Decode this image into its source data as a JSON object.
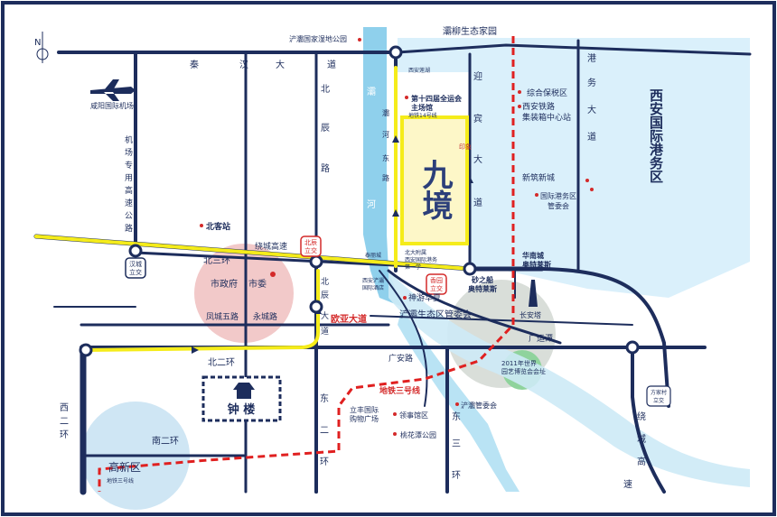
{
  "compass": {
    "north": "N"
  },
  "labels": {
    "park_chanba": "浐灞国家湿地公园",
    "bahe_eco": "灞柳生态家园",
    "qinhan_1": "秦",
    "qinhan_2": "汉",
    "qinhan_3": "大",
    "qinhan_4": "道",
    "beichen_1": "北",
    "beichen_2": "辰",
    "beichen_3": "路",
    "bahe_1": "灞",
    "bahe_2": "河",
    "bahe_east_1": "灞",
    "bahe_east_2": "河",
    "bahe_east_3": "东",
    "bahe_east_4": "路",
    "yingbin_1": "迎",
    "yingbin_2": "宾",
    "yingbin_3": "大",
    "yingbin_4": "道",
    "gangwu_1": "港",
    "gangwu_2": "务",
    "gangwu_3": "大",
    "gangwu_4": "道",
    "port_zone": "西安国际港务区",
    "airport": "咸阳国际机场",
    "airport_road": [
      "机",
      "场",
      "专",
      "用",
      "高",
      "速",
      "公",
      "路"
    ],
    "games_venue_1": "第十四届全运会",
    "games_venue_2": "主场馆",
    "xian_lianmeng": "西安莲湖",
    "metro14": "地铁14号线",
    "baoshui": "综合保税区",
    "rail_container_1": "西安铁路",
    "rail_container_2": "集装箱中心站",
    "xinzhu": "新筑新城",
    "gangwu_committee_1": "国际港务区",
    "gangwu_committee_2": "管委会",
    "huanan_1": "华南城",
    "huanan_2": "奥特莱斯",
    "bei_kezhan": "北客站",
    "raocheng": "绕城高速",
    "beichen_interchange_1": "北辰",
    "beichen_interchange_2": "立交",
    "hancheng_interchange_1": "汉城",
    "hancheng_interchange_2": "立交",
    "bei_sanhuan": "北三环",
    "city_gov": "市政府",
    "city_committee": "市委",
    "fengcheng5": "凤城五路",
    "yongcheng": "永城路",
    "xianghe_interchange_1": "香园",
    "xianghe_interchange_2": "立交",
    "mansion_1": "北大附属",
    "mansion_2": "西安国际港务",
    "mansion_3": "第一学",
    "shenyou": "神游华夏",
    "shazhichuan_1": "砂之船",
    "shazhichuan_2": "奥特莱斯",
    "beichen_dadao_1": "北",
    "beichen_dadao_2": "辰",
    "beichen_dadao_3": "大",
    "beichen_dadao_4": "道",
    "ouya": "欧亚大道",
    "chanba_committee": "浐灞生态区管委会",
    "changan_tower": "长安塔",
    "guangyun": "广运潭",
    "bei_erhuan": "北二环",
    "guangan": "广安路",
    "expo_1": "2011年世界",
    "expo_2": "园艺博览会会址",
    "metro3": "地铁三号线",
    "zhonglou": "钟 楼",
    "lifeng_1": "立丰国际",
    "lifeng_2": "购物广场",
    "lingshi": "领事馆区",
    "chanba_guan": "浐灞管委会",
    "taohua": "桃花潭公园",
    "dong_erhuan": [
      "东",
      "二",
      "环"
    ],
    "dong_sanhuan": [
      "东",
      "三",
      "环"
    ],
    "xi_erhuan": [
      "西",
      "二",
      "环"
    ],
    "nan_erhuan": "南二环",
    "gaoxin": "高新区",
    "metro3_small": "地铁三号线",
    "fangjiacun_1": "方家村",
    "fangjiacun_2": "立交",
    "raocheng_gaosu": [
      "绕",
      "城",
      "高",
      "速"
    ],
    "chanba_hotel_1": "西安浐灞",
    "chanba_hotel_2": "国际酒店",
    "taiyuan": "泰丽城",
    "project_logo": "九境",
    "yinmeng": "印象"
  },
  "colors": {
    "road": "#1d2d5c",
    "river": "#8fd0ec",
    "zone_fill": "#daf0fb",
    "highlight": "#f5ec1a",
    "metro": "#e02020",
    "poi_red": "#d42a2a",
    "gov_circle": "#f2c9c9",
    "expo_circle": "#8fd39c",
    "changan_circle": "#d0d6d0",
    "gaoxin_circle": "#cfe6f4"
  }
}
